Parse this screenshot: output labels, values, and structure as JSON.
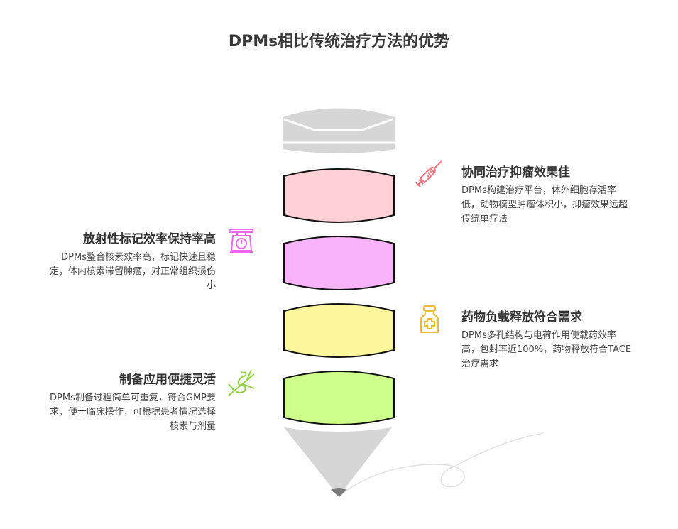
{
  "title": "DPMs相比传统治疗方法的优势",
  "items": [
    {
      "title": "协同治疗抑瘤效果佳",
      "desc": "DPMs构建治疗平台，体外细胞存活率低，动物模型肿瘤体积小，抑瘤效果远超传统单疗法",
      "icon": "syringe-icon",
      "color": "#f4757f",
      "fill": "#ffd1d6"
    },
    {
      "title": "放射性标记效率保持率高",
      "desc": "DPMs螯合核素效率高，标记快速且稳定，体内核素滞留肿瘤，对正常组织损伤小",
      "icon": "scale-icon",
      "color": "#ee66ee",
      "fill": "#f9b3fb"
    },
    {
      "title": "药物负载释放符合需求",
      "desc": "DPMs多孔结构与电荷作用使载药效率高，包封率近100%，药物释放符合TACE治疗需求",
      "icon": "medicine-bottle-icon",
      "color": "#f5b82e",
      "fill": "#fcf79c"
    },
    {
      "title": "制备应用便捷灵活",
      "desc": "DPMs制备过程简单可重复，符合GMP要求，便于临床操作，可根据患者情况选择核素与剂量",
      "icon": "snake-branch-icon",
      "color": "#8fd13f",
      "fill": "#cdff8a"
    }
  ]
}
